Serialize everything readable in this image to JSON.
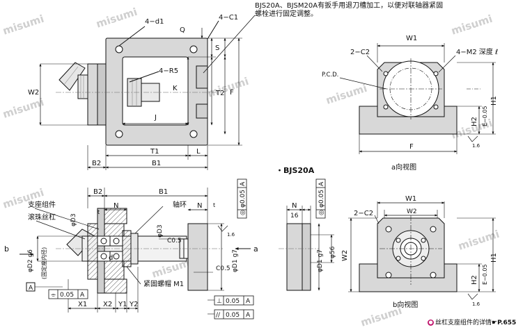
{
  "note": {
    "line1": "BJS20A、BJSM20A有扳手用退刀槽加工，以便对联轴器紧固",
    "line2": "螺栓进行固定调整。"
  },
  "top_view": {
    "labels": {
      "holes": "4−d1",
      "radius": "4−R5",
      "chamfer": "4−C1",
      "Q": "Q",
      "S": "S",
      "K": "K",
      "J": "J",
      "T2": "T2",
      "F": "F",
      "W2": "W2",
      "T1": "T1",
      "L": "L",
      "B2": "B2",
      "B1": "B1"
    }
  },
  "a_view": {
    "labels": {
      "W1": "W1",
      "chamfer": "2−C2",
      "tap": "4−M2 深度 ℓ",
      "pcd": "P.C.D.",
      "H1": "H1",
      "H2": "H2",
      "tol": "E−0.05",
      "F": "F",
      "rough": "1.6"
    },
    "caption": "a向视图"
  },
  "section_view": {
    "labels": {
      "support": "支座组件",
      "screw": "滚珠丝杠",
      "collar": "轴环",
      "nut": "紧固螺帽 M1",
      "D3a": "φD3",
      "D3b": "φD3",
      "D2": "φD2 g6",
      "D2note": "(固定座内径)",
      "d": "d",
      "B2": "B2",
      "B1": "B1",
      "N1": "N",
      "N2": "N",
      "t1": "t",
      "t2": "t",
      "c1": "C0.5",
      "c2": "C0.5",
      "D1": "φD1 g7",
      "X1": "X1",
      "X2": "X2",
      "Y1": "Y1",
      "Y2": "Y2",
      "b": "b",
      "a": "a",
      "datumA": "A",
      "rough": "1.6"
    },
    "frames": [
      {
        "sym": "◎",
        "tol": "φ0.05",
        "datum": "A"
      },
      {
        "sym": "⊥",
        "tol": "0.05",
        "datum": "A"
      },
      {
        "sym": "//",
        "tol": "0.05",
        "datum": "A"
      },
      {
        "sym": "⌯",
        "tol": "0.05",
        "datum": "A"
      }
    ]
  },
  "bjs20a": {
    "title": "・BJS20A",
    "labels": {
      "N": "N",
      "dim16": "16",
      "D1": "φD1 g7",
      "D56": "φ56",
      "W1": "W1",
      "W2": "W2",
      "chamfer": "2−C2",
      "H1": "H1",
      "H2": "H2",
      "tol": "E−0.05",
      "rough": "1.6"
    },
    "frames": [
      {
        "sym": "◎",
        "tol": "φ0.05",
        "datum": "A"
      }
    ],
    "caption": "b向视图"
  },
  "watermark": "misumi",
  "footer": {
    "text": "丝杠支座组件的详情",
    "page": "P.655"
  }
}
